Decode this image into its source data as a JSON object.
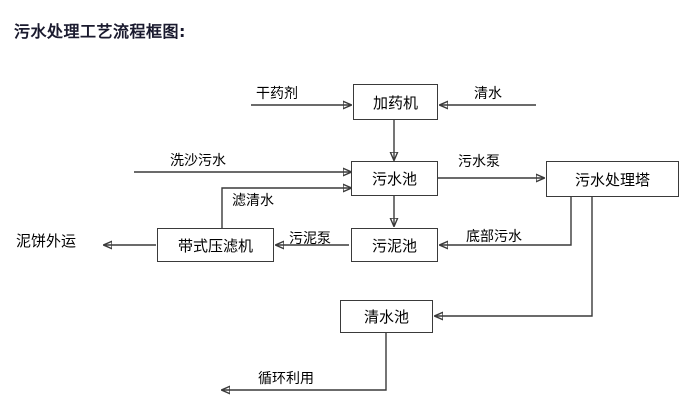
{
  "title": "污水处理工艺流程框图:",
  "diagram": {
    "nodes": [
      {
        "id": "dosing",
        "label": "加药机"
      },
      {
        "id": "sewage",
        "label": "污水池"
      },
      {
        "id": "tower",
        "label": "污水处理塔"
      },
      {
        "id": "press",
        "label": "带式压滤机"
      },
      {
        "id": "sludge",
        "label": "污泥池"
      },
      {
        "id": "clear",
        "label": "清水池"
      }
    ],
    "edge_labels": [
      {
        "id": "dry-agent",
        "label": "干药剂"
      },
      {
        "id": "clean-water-in",
        "label": "清水"
      },
      {
        "id": "sand-wash",
        "label": "洗沙污水"
      },
      {
        "id": "filtrate",
        "label": "滤清水"
      },
      {
        "id": "sewage-pump",
        "label": "污水泵"
      },
      {
        "id": "sludge-pump",
        "label": "污泥泵"
      },
      {
        "id": "bottom-sewage",
        "label": "底部污水"
      },
      {
        "id": "mud-cake-out",
        "label": "泥饼外运"
      },
      {
        "id": "recycle",
        "label": "循环利用"
      }
    ],
    "stroke_color": "#3a3a3a",
    "title_color": "#1a1a2e"
  }
}
